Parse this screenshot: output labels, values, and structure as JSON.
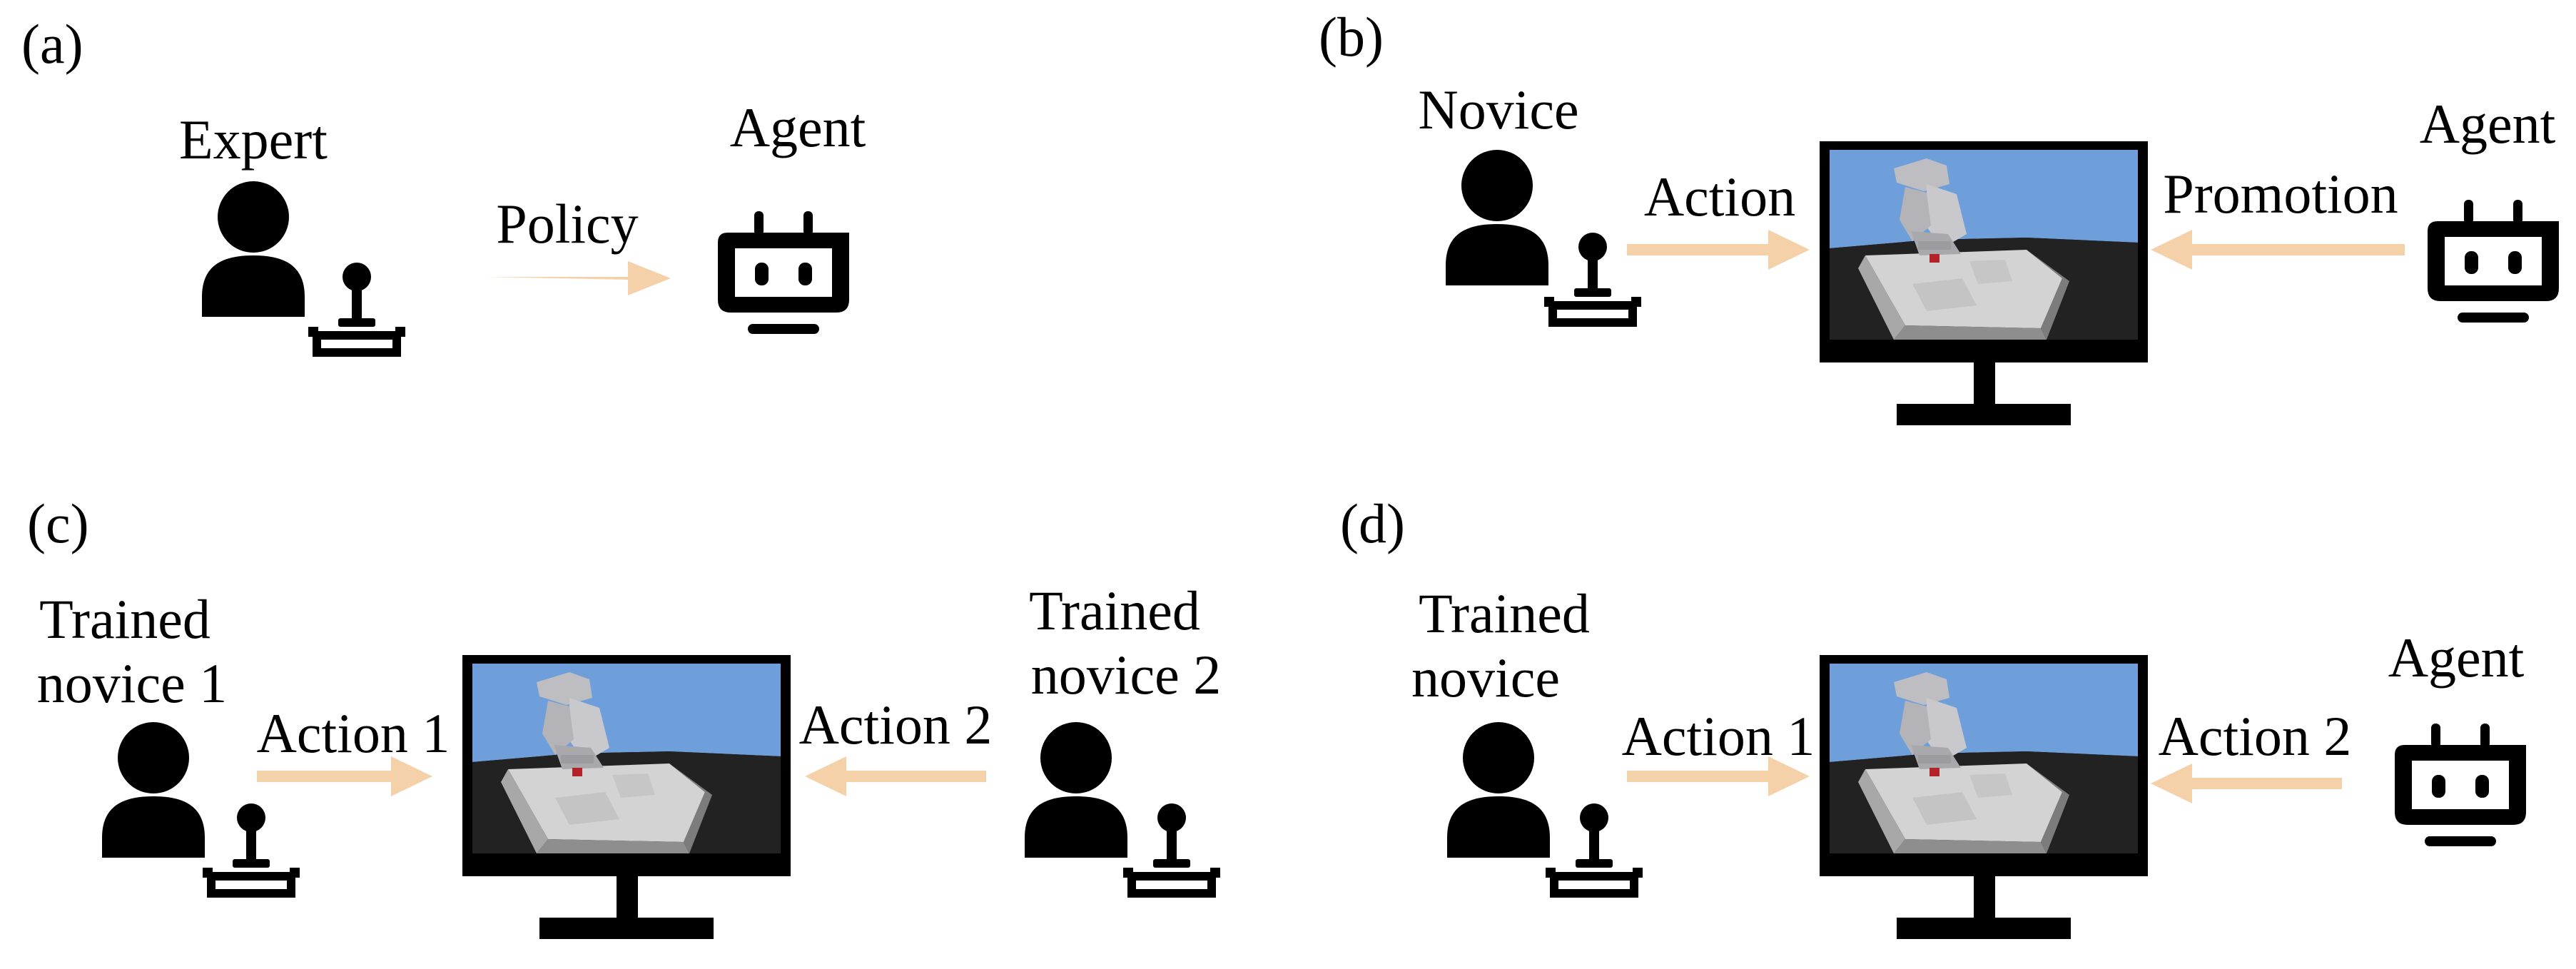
{
  "colors": {
    "arrow": "#F5D1AA",
    "icon": "#000000",
    "sky": "#6E9FDA",
    "floor": "#202020",
    "table_top": "#D6D6D6",
    "table_side": "#9A9A9A",
    "robot": "#C8C8CC"
  },
  "icons": {
    "person": "person-icon",
    "joystick": "joystick-icon",
    "robot": "robot-agent-icon",
    "monitor": "monitor-icon"
  },
  "panels": {
    "a": {
      "label": "(a)",
      "expert_label": "Expert",
      "agent_label": "Agent",
      "arrow_label": "Policy"
    },
    "b": {
      "label": "(b)",
      "novice_label": "Novice",
      "agent_label": "Agent",
      "left_arrow_label": "Action",
      "right_arrow_label": "Promotion"
    },
    "c": {
      "label": "(c)",
      "left_label_line1": "Trained",
      "left_label_line2": "novice 1",
      "right_label_line1": "Trained",
      "right_label_line2": "novice 2",
      "left_arrow_label": "Action 1",
      "right_arrow_label": "Action 2"
    },
    "d": {
      "label": "(d)",
      "left_label_line1": "Trained",
      "left_label_line2": "novice",
      "agent_label": "Agent",
      "left_arrow_label": "Action 1",
      "right_arrow_label": "Action 2"
    }
  }
}
